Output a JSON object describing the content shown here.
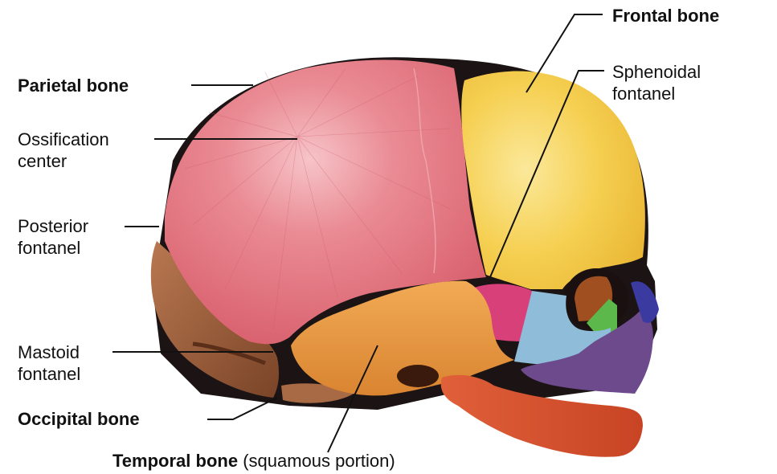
{
  "labels": {
    "parietal_bone": "Parietal bone",
    "ossification_center": {
      "line1": "Ossification",
      "line2": "center"
    },
    "posterior_fontanel": {
      "line1": "Posterior",
      "line2": "fontanel"
    },
    "mastoid_fontanel": {
      "line1": "Mastoid",
      "line2": "fontanel"
    },
    "occipital_bone": "Occipital bone",
    "temporal_bone": {
      "main": "Temporal bone",
      "note": "(squamous portion)"
    },
    "frontal_bone": "Frontal bone",
    "sphenoidal_fontanel": {
      "line1": "Sphenoidal",
      "line2": "fontanel"
    }
  },
  "colors": {
    "parietal": "#e4707c",
    "frontal": "#f4cc4a",
    "occipital": "#9a6040",
    "temporal": "#eb9a42",
    "sphenoid": "#d8407a",
    "zygomatic": "#8fbcd8",
    "maxilla": "#6c4a8c",
    "nasal": "#3a3aa0",
    "mandible": "#d9502e",
    "fontanel": "#151010",
    "orbit_green": "#5cb84a",
    "orbit_brown": "#a05020"
  }
}
